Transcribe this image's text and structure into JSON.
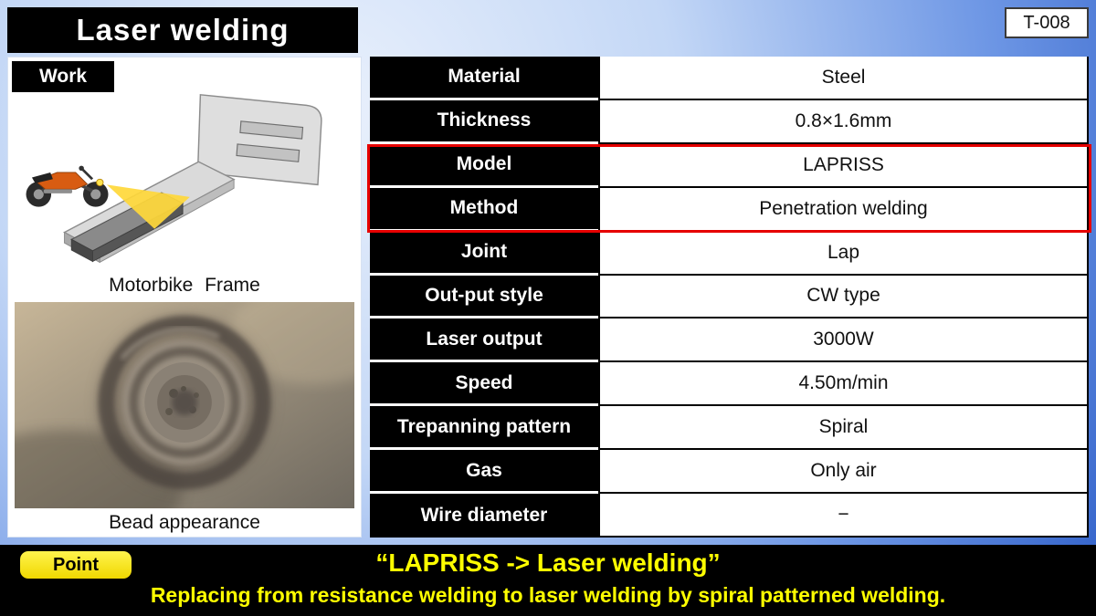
{
  "header": {
    "title": "Laser welding",
    "doc_number": "T-008"
  },
  "work": {
    "label": "Work",
    "illustration_caption": "Motorbike Frame",
    "photo_caption": "Bead appearance",
    "icons": {
      "motorbike": "motorbike-icon",
      "laser_beam": "laser-beam-icon",
      "frame": "frame-illustration",
      "bead_photo": "bead-photo"
    }
  },
  "table": {
    "rows": [
      {
        "label": "Material",
        "value": "Steel"
      },
      {
        "label": "Thickness",
        "value": "0.8×1.6mm"
      },
      {
        "label": "Model",
        "value": "LAPRISS"
      },
      {
        "label": "Method",
        "value": "Penetration welding"
      },
      {
        "label": "Joint",
        "value": "Lap"
      },
      {
        "label": "Out-put style",
        "value": "CW type"
      },
      {
        "label": "Laser output",
        "value": "3000W"
      },
      {
        "label": "Speed",
        "value": "4.50m/min"
      },
      {
        "label": "Trepanning pattern",
        "value": "Spiral"
      },
      {
        "label": "Gas",
        "value": "Only air"
      },
      {
        "label": "Wire diameter",
        "value": "−"
      }
    ],
    "highlighted_rows": [
      "Model",
      "Method"
    ],
    "highlight_color": "#e60000"
  },
  "footer": {
    "point_label": "Point",
    "headline": "“LAPRISS -> Laser welding”",
    "description": "Replacing from resistance welding to laser welding by spiral patterned welding."
  },
  "colors": {
    "background_light": "#eaf1fc",
    "background_deep": "#2f5fc8",
    "table_label_bg": "#000000",
    "accent_yellow": "#ffff00",
    "highlight_border": "#e60000"
  }
}
